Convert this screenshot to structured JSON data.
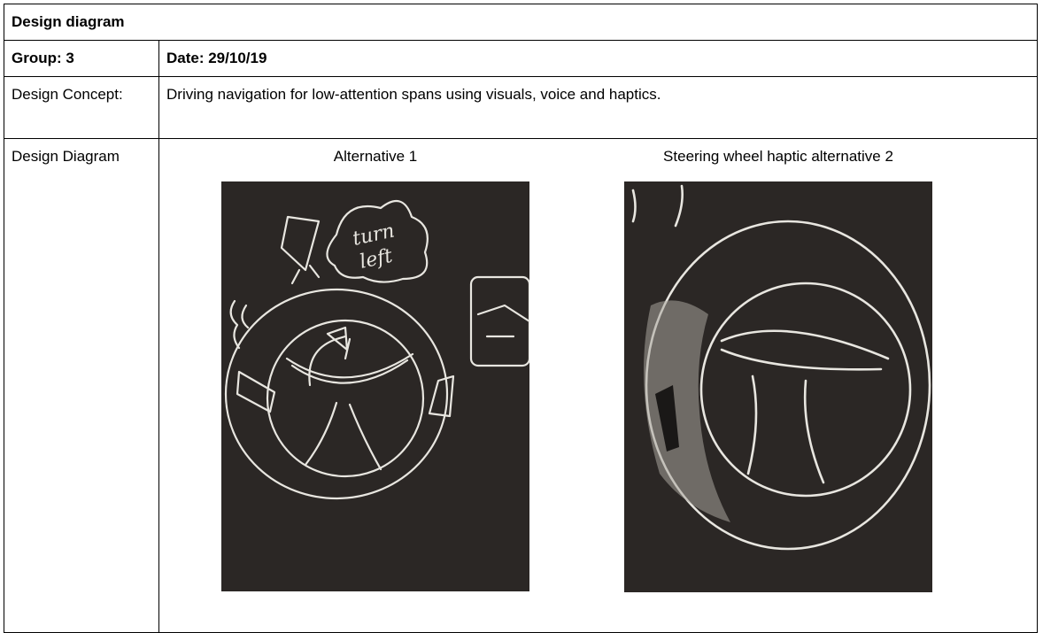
{
  "header": {
    "title": "Design diagram"
  },
  "info": {
    "group": "Group: 3",
    "date": "Date: 29/10/19"
  },
  "concept": {
    "label": "Design Concept:",
    "text": "Driving navigation for low-attention spans using visuals, voice and haptics."
  },
  "diagram": {
    "label": "Design Diagram",
    "alternatives": [
      {
        "caption": "Alternative 1",
        "sketch_texts": [
          "turn",
          "left"
        ]
      },
      {
        "caption": "Steering wheel haptic alternative 2"
      }
    ]
  },
  "colors": {
    "chalkboard": "#2b2725",
    "chalk": "#e8e6e0",
    "border": "#000000"
  }
}
